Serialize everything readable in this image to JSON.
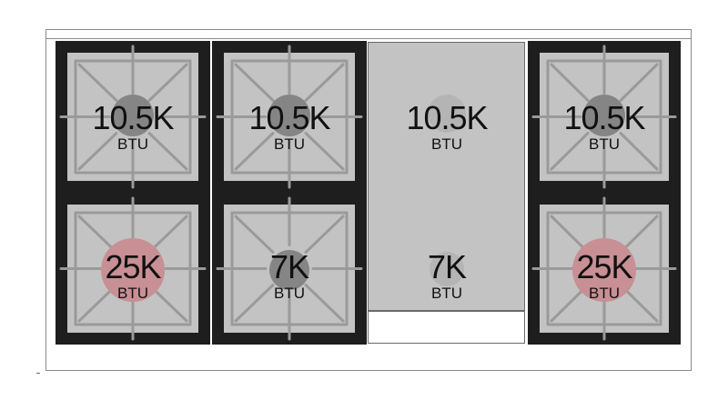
{
  "burners": [
    {
      "id": "front-left-rear",
      "value": "10.5K",
      "unit": "BTU",
      "type": "standard"
    },
    {
      "id": "center-left-rear",
      "value": "10.5K",
      "unit": "BTU",
      "type": "standard"
    },
    {
      "id": "griddle-rear",
      "value": "10.5K",
      "unit": "BTU",
      "type": "griddle"
    },
    {
      "id": "right-rear",
      "value": "10.5K",
      "unit": "BTU",
      "type": "standard"
    },
    {
      "id": "left-front",
      "value": "25K",
      "unit": "BTU",
      "type": "high-power"
    },
    {
      "id": "center-left-front",
      "value": "7K",
      "unit": "BTU",
      "type": "standard"
    },
    {
      "id": "griddle-front",
      "value": "7K",
      "unit": "BTU",
      "type": "griddle"
    },
    {
      "id": "right-front",
      "value": "25K",
      "unit": "BTU",
      "type": "high-power"
    }
  ],
  "colors": {
    "grate": "#1e1e1e",
    "plate": "#c3c3c3",
    "standard_cap": "#858585",
    "high_power_cap": "#c88f95",
    "griddle_cap": "#b4b4b4"
  }
}
